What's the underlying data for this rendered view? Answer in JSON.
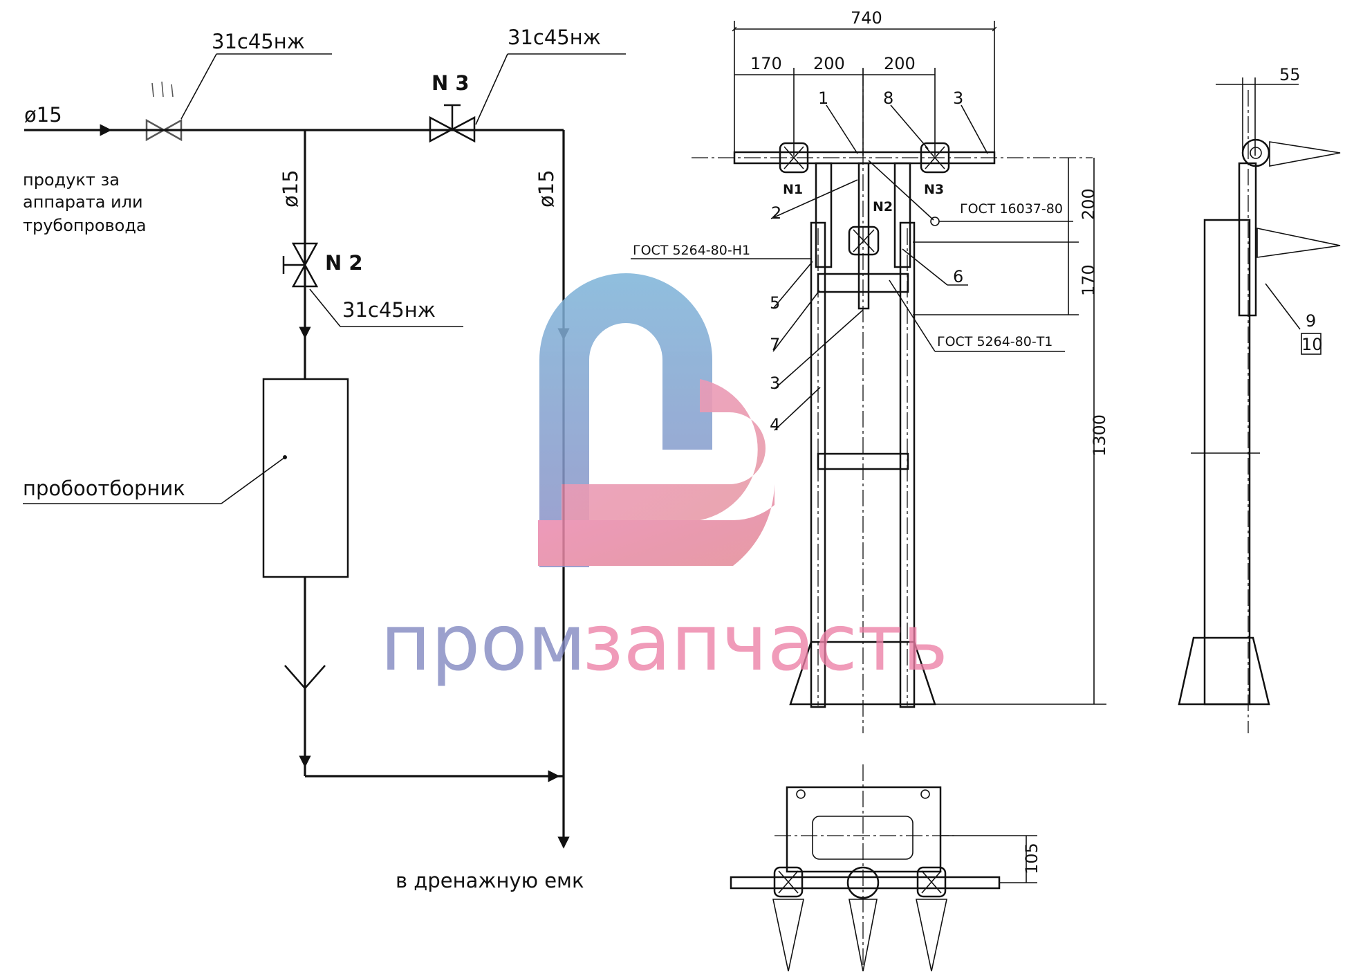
{
  "scheme": {
    "inlet_diameter": "ø15",
    "valve_top_spec": "31с45нж",
    "valve_n3_label": "N 3",
    "valve_n3_spec": "31с45нж",
    "branch_diameter": "ø15",
    "drain_diameter": "ø15",
    "valve_n2_label": "N 2",
    "valve_n2_spec": "31с45нж",
    "source_text": [
      "продукт за",
      "аппарата или",
      "трубопровода"
    ],
    "sampler_label": "пробоотборник",
    "drain_text": "в дренажную емк"
  },
  "drawing": {
    "dim_overall": "740",
    "dim_left": "170",
    "dim_mid1": "200",
    "dim_mid2": "200",
    "dim_vertical_200": "200",
    "dim_vertical_170": "170",
    "dim_height": "1300",
    "dim_side": "55",
    "dim_plan": "105",
    "valve_labels": [
      "N1",
      "N2",
      "N3"
    ],
    "positions": [
      "1",
      "2",
      "3",
      "3",
      "4",
      "5",
      "6",
      "7",
      "8",
      "9",
      "10"
    ],
    "gost_notes": {
      "gost1": "ГОСТ 16037-80",
      "gost2": "ГОСТ 5264-80-Н1",
      "gost3": "ГОСТ 5264-80-Т1"
    }
  },
  "watermark": {
    "text_part1": "пром",
    "text_part2": "запчасть",
    "colors": {
      "blue": "#7f86c0",
      "pink": "#ec7fa6"
    }
  }
}
